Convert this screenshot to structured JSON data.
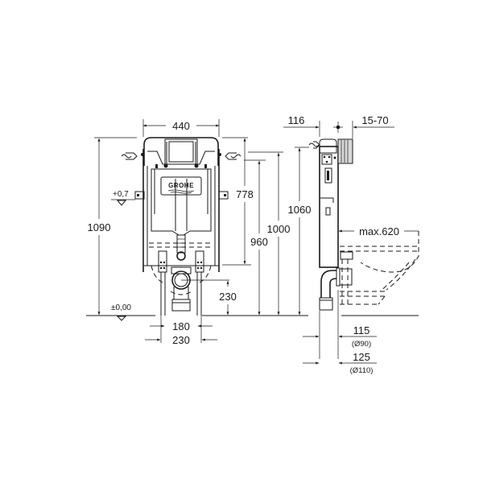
{
  "drawing": {
    "brand_label": "GROHE",
    "front_view": {
      "width_top": "440",
      "height_total": "1090",
      "height_778": "778",
      "height_960": "960",
      "height_1000": "1000",
      "height_1060": "1060",
      "drain_height": "230",
      "feet_inner": "180",
      "feet_outer": "230",
      "level_plus": "+0,7",
      "level_zero": "±0,00"
    },
    "side_view": {
      "depth_116": "116",
      "button_range": "15-70",
      "bowl_projection": "max.620",
      "pipe_115": "115",
      "pipe_115_diam": "(Ø90)",
      "pipe_125": "125",
      "pipe_125_diam": "(Ø110)"
    },
    "colors": {
      "line": "#1a1a1a",
      "background": "#ffffff",
      "hatch": "#d8d8d8"
    }
  }
}
